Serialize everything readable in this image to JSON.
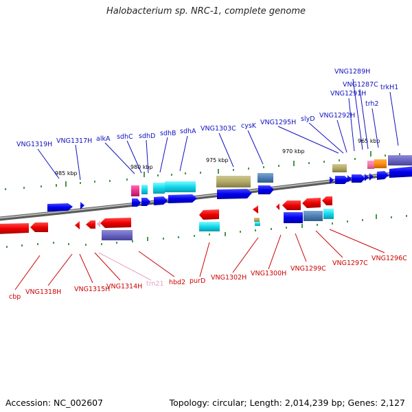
{
  "title": "Halobacterium sp. NRC-1, complete genome",
  "footer": {
    "accession": "Accession: NC_002607",
    "topology": "Topology: circular; Length: 2,014,239 bp; Genes: 2,127"
  },
  "scale": {
    "ticks": [
      "985 kbp",
      "980 kbp",
      "975 kbp",
      "970 kbp",
      "965 kbp"
    ]
  },
  "colors": {
    "top_label": "#1010c0",
    "bottom_label": "#cc0000",
    "trn_label": "#e8a0c8",
    "backbone": "#888888",
    "tick": "#1a7a1a"
  },
  "genes": {
    "top_labels": [
      "VNG1319H",
      "VNG1317H",
      "alkA",
      "sdhC",
      "sdhD",
      "sdhB",
      "sdhA",
      "VNG1303C",
      "cysK",
      "VNG1295H",
      "slyD",
      "VNG1292H",
      "VNG1291H",
      "VNG1287C",
      "VNG1289H",
      "trh2",
      "trkH1"
    ],
    "bottom_labels": [
      "cbp",
      "VNG1318H",
      "VNG1315H",
      "VNG1314H",
      "trn21",
      "hbd2",
      "purD",
      "VNG1302H",
      "VNG1300H",
      "VNG1299C",
      "VNG1297C",
      "VNG1296C"
    ]
  }
}
